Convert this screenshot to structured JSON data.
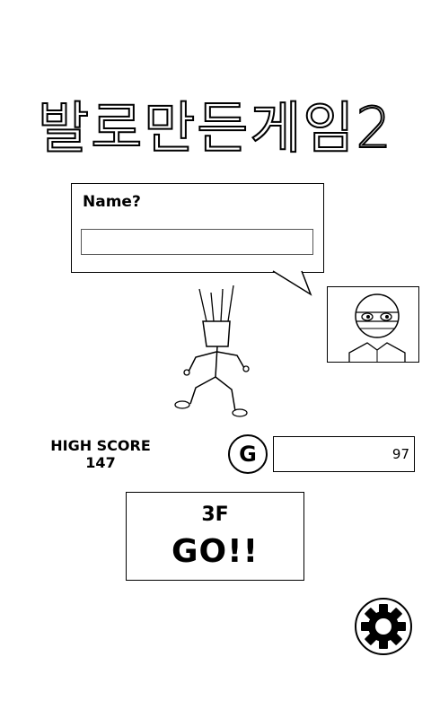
{
  "title": "발로만든게임2",
  "name_prompt": {
    "label": "Name?",
    "value": ""
  },
  "high_score": {
    "label": "HIGH SCORE",
    "value": "147"
  },
  "gold": {
    "icon_letter": "G",
    "value": "97"
  },
  "go_button": {
    "floor": "3F",
    "label": "GO!!"
  },
  "icons": {
    "settings": "gear-icon"
  }
}
